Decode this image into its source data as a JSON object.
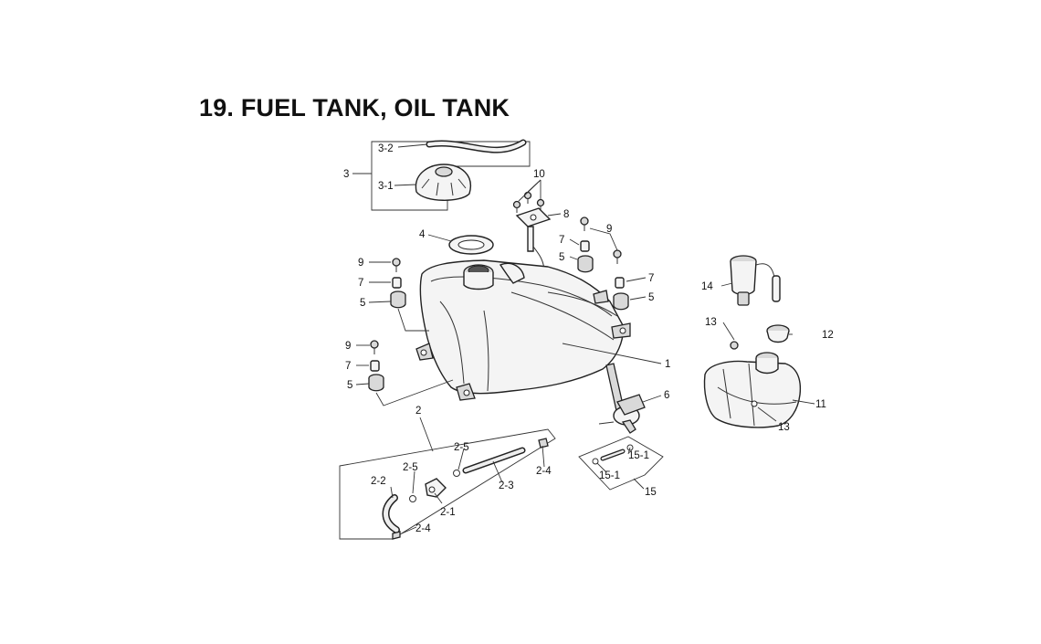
{
  "title": "19. FUEL TANK, OIL TANK",
  "callouts": {
    "c1": "1",
    "c2": "2",
    "c2_1": "2-1",
    "c2_2": "2-2",
    "c2_3": "2-3",
    "c2_4a": "2-4",
    "c2_4b": "2-4",
    "c2_5a": "2-5",
    "c2_5b": "2-5",
    "c3": "3",
    "c3_1": "3-1",
    "c3_2": "3-2",
    "c4": "4",
    "c5a": "5",
    "c5b": "5",
    "c5c": "5",
    "c5d": "5",
    "c6": "6",
    "c7a": "7",
    "c7b": "7",
    "c7c": "7",
    "c7d": "7",
    "c8": "8",
    "c9a": "9",
    "c9b": "9",
    "c9c": "9",
    "c10": "10",
    "c11": "11",
    "c12": "12",
    "c13a": "13",
    "c13b": "13",
    "c14": "14",
    "c15": "15",
    "c15_1a": "15-1",
    "c15_1b": "15-1"
  }
}
